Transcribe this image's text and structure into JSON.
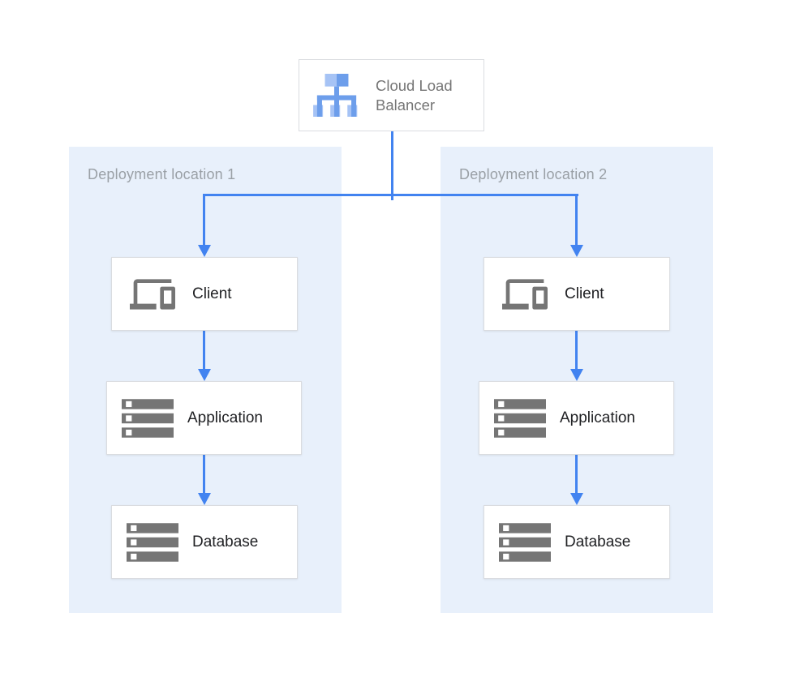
{
  "diagram": {
    "load_balancer": {
      "label": "Cloud Load Balancer",
      "icon": "load-balancer-icon"
    },
    "locations": [
      {
        "label": "Deployment location 1",
        "nodes": [
          {
            "label": "Client",
            "icon": "client-devices-icon"
          },
          {
            "label": "Application",
            "icon": "server-stack-icon"
          },
          {
            "label": "Database",
            "icon": "server-stack-icon"
          }
        ]
      },
      {
        "label": "Deployment location 2",
        "nodes": [
          {
            "label": "Client",
            "icon": "client-devices-icon"
          },
          {
            "label": "Application",
            "icon": "server-stack-icon"
          },
          {
            "label": "Database",
            "icon": "server-stack-icon"
          }
        ]
      }
    ],
    "connections": [
      "load-balancer -> client-1",
      "load-balancer -> client-2",
      "client-1 -> application-1",
      "application-1 -> database-1",
      "client-2 -> application-2",
      "application-2 -> database-2"
    ]
  },
  "colors": {
    "accent_blue": "#4283F0",
    "panel_bg": "#E8F0FB",
    "node_border": "#DADCE0",
    "icon_gray": "#757575",
    "panel_label_gray": "#9AA0A6",
    "node_label": "#202124",
    "lb_text_gray": "#757575",
    "lb_icon_light": "#A6C3F5",
    "lb_icon_medium": "#6D9EEB"
  }
}
